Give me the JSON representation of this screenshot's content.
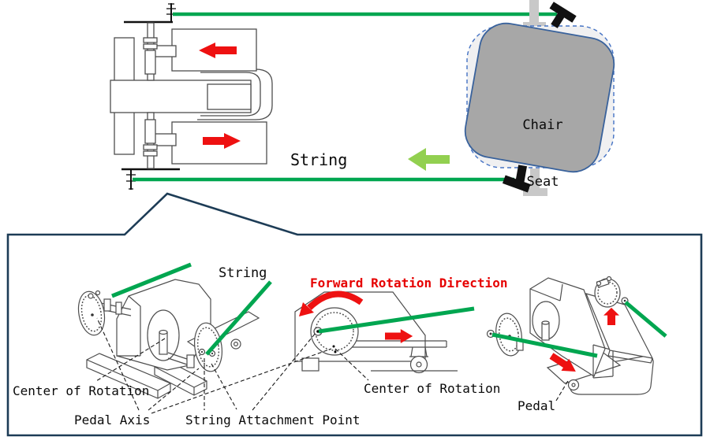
{
  "top_view": {
    "string_label": "String",
    "chair_seat_line1": "Chair",
    "chair_seat_line2": "Seat"
  },
  "detail_view": {
    "string_label": "String",
    "forward_rotation_label": "Forward Rotation Direction",
    "center_of_rotation_left_label": "Center of Rotation",
    "center_of_rotation_middle_label": "Center of Rotation",
    "pedal_axis_label": "Pedal Axis",
    "string_attachment_point_label": "String Attachment Point",
    "pedal_label": "Pedal"
  },
  "colors": {
    "string_green": "#00a650",
    "motion_arrow_green": "#92d050",
    "direction_arrow_red": "#ee1111",
    "annotation_text_red": "#e60000",
    "chair_seat_gray": "#a7a7a7",
    "chair_seat_border_blue": "#39629c",
    "ghost_outline_blue": "#4472c4",
    "detail_box_border_navy": "#1d3c56",
    "line_art_gray": "#4d4d4d"
  }
}
